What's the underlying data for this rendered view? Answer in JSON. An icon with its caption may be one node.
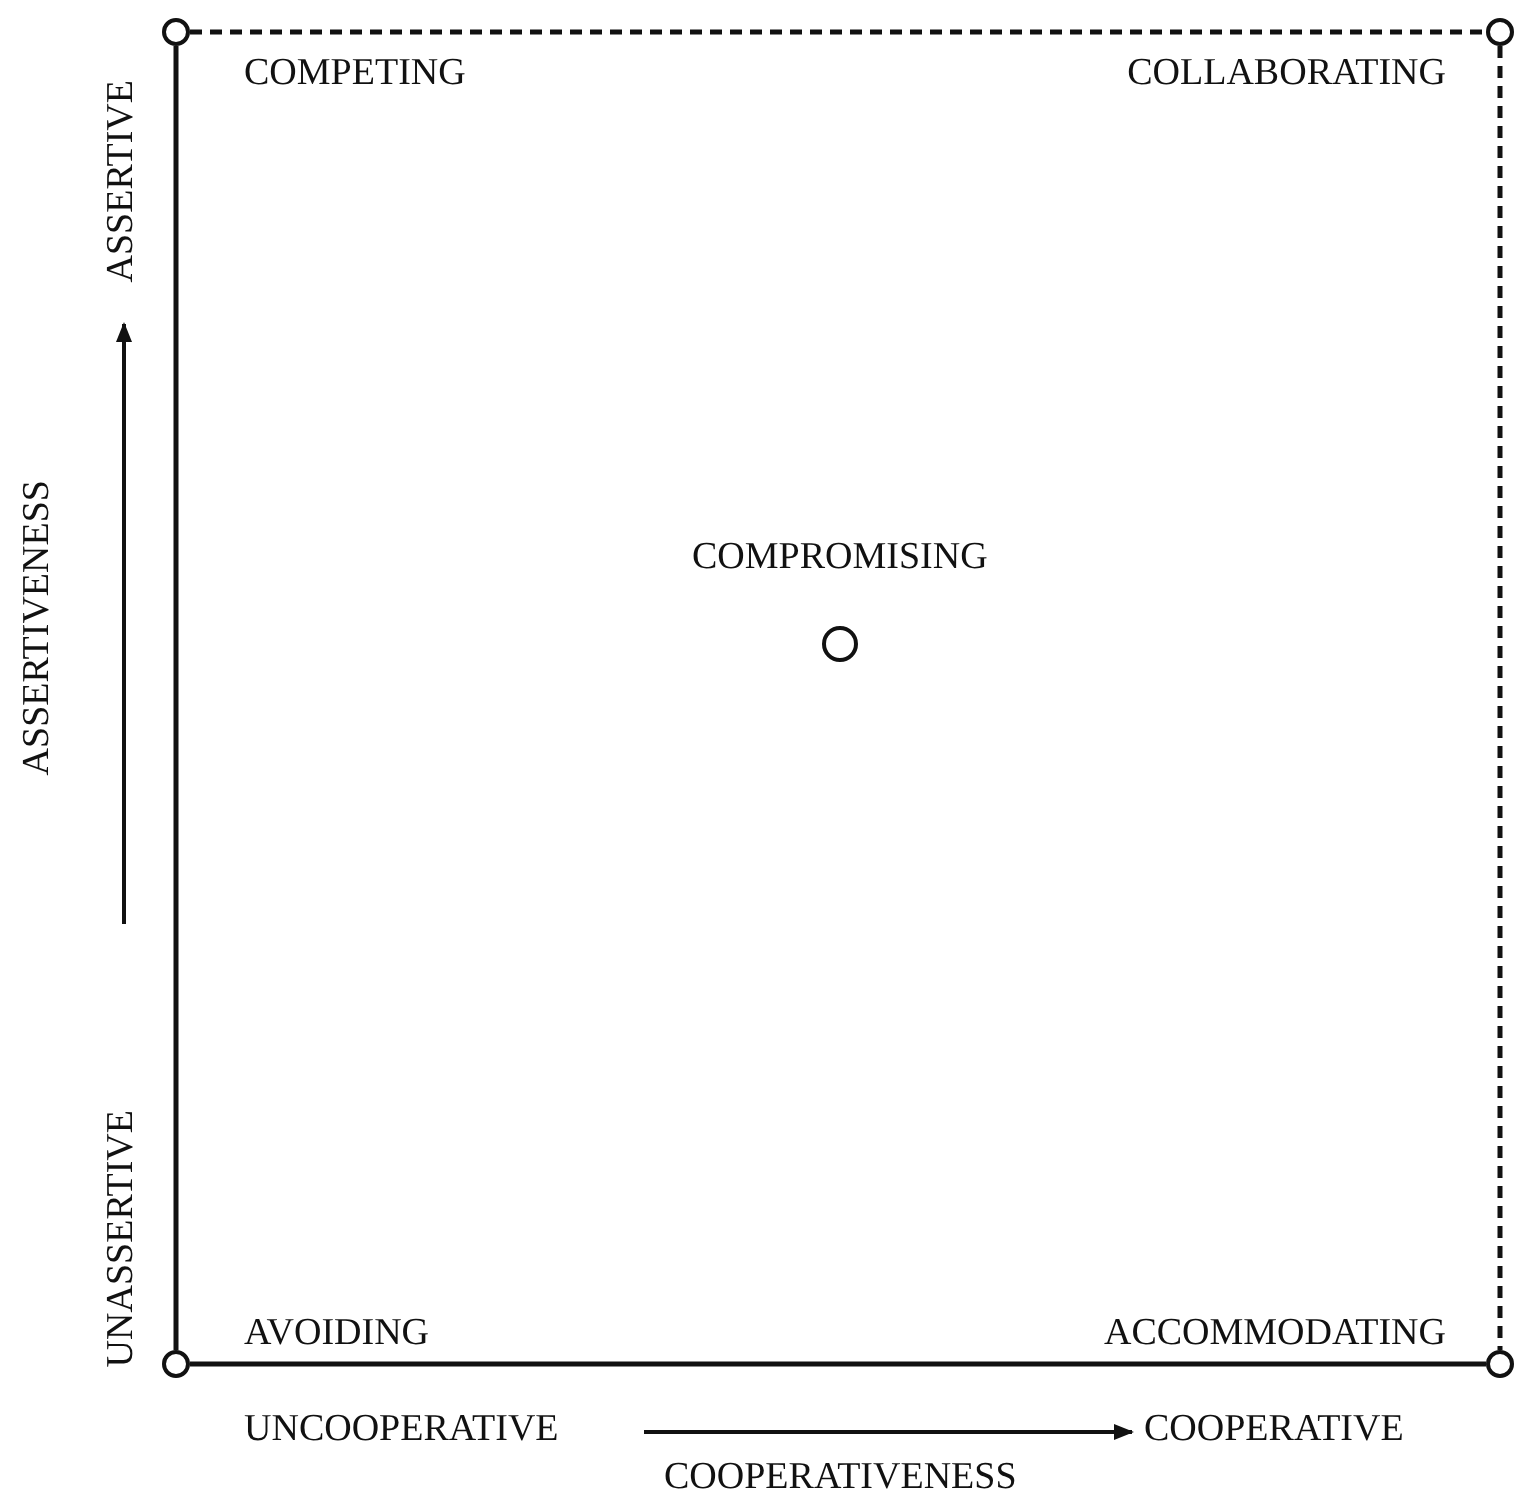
{
  "diagram": {
    "nodes": [
      {
        "text": [],
        "shape": "circle",
        "beside": [
          "COMPETING"
        ]
      },
      {
        "text": [],
        "shape": "circle",
        "beside": [
          "COLLABORATING"
        ]
      },
      {
        "text": [],
        "shape": "circle",
        "beside": [
          "COMPROMISING"
        ]
      },
      {
        "text": [],
        "shape": "circle",
        "beside": [
          "AVOIDING"
        ]
      },
      {
        "text": [],
        "shape": "circle",
        "beside": [
          "ACCOMMODATING"
        ]
      }
    ],
    "edges": [
      {
        "from": 0,
        "to": 1,
        "arrow": "none",
        "style": "dashed"
      },
      {
        "from": 1,
        "to": 4,
        "arrow": "none",
        "style": "dashed"
      },
      {
        "from": 0,
        "to": 3,
        "arrow": "none"
      },
      {
        "from": 3,
        "to": 4,
        "arrow": "none"
      }
    ],
    "labels": [
      "ASSERTIVE",
      "ASSERTIVENESS",
      "UNASSERTIVE",
      "UNCOOPERATIVE",
      "COOPERATIVE",
      "COOPERATIVENESS"
    ]
  }
}
